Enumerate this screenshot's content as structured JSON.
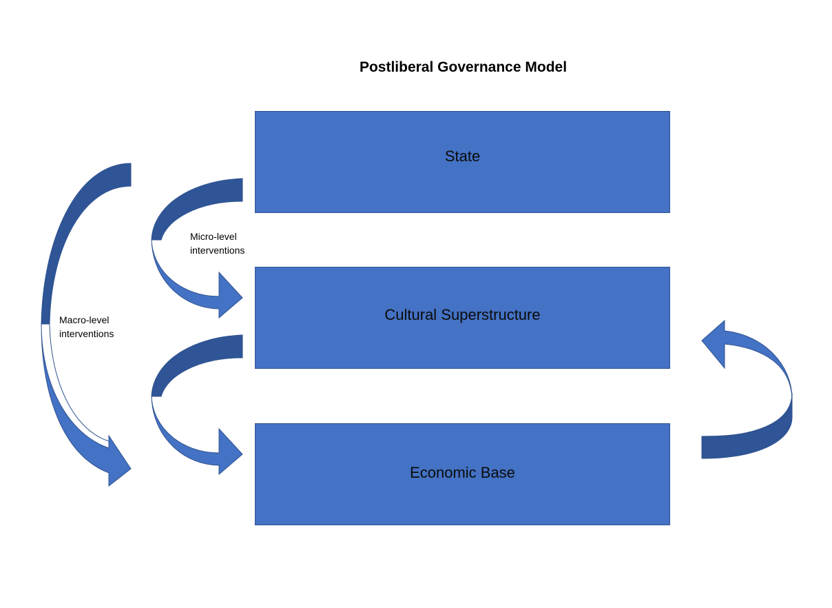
{
  "title": "Postliberal Governance Model",
  "layers": {
    "state": "State",
    "cultural": "Cultural Superstructure",
    "economic": "Economic Base"
  },
  "labels": {
    "micro_line1": "Micro-level",
    "micro_line2": "interventions",
    "macro_line1": "Macro-level",
    "macro_line2": "interventions"
  },
  "colors": {
    "box_fill": "#4472C4",
    "box_border": "#2F528F",
    "arrow_front": "#4472C4",
    "arrow_back": "#2F5597"
  }
}
